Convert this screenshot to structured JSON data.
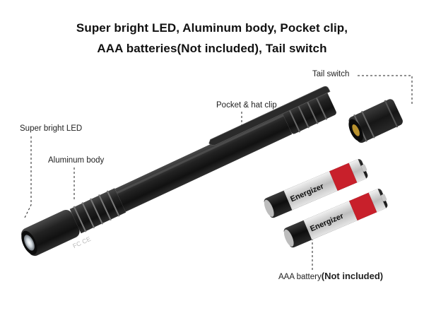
{
  "headline": {
    "line1": "Super bright LED, Aluminum body, Pocket clip,",
    "line2": "AAA batteries(Not included), Tail switch"
  },
  "callouts": {
    "tail_switch": "Tail switch",
    "pocket_clip": "Pocket & hat clip",
    "led": "Super bright LED",
    "aluminum_body": "Aluminum body",
    "battery": "AAA battery",
    "battery_note": "(Not included)"
  },
  "flashlight": {
    "markings": "FC CE"
  },
  "batteries": {
    "brand": "Energizer",
    "count": 2
  },
  "colors": {
    "body": "#1b1b1b",
    "battery_red": "#c8202b",
    "battery_silver": "#d8d8d8"
  }
}
